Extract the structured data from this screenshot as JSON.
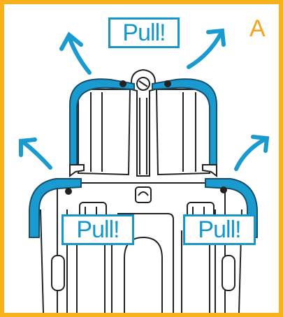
{
  "labels": {
    "pull_top": "Pull!",
    "pull_bottom_left": "Pull!",
    "pull_bottom_right": "Pull!",
    "view_letter": "A"
  },
  "colors": {
    "frame": "#f7b21b",
    "accent": "#1597c9",
    "line": "#222222",
    "letter": "#f7a21b"
  },
  "icons": [
    "pull-arrow-icon",
    "screw-icon",
    "rivet-icon"
  ]
}
